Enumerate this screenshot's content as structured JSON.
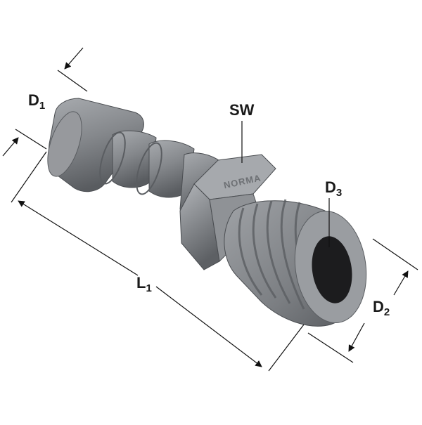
{
  "labels": {
    "d1": {
      "main": "D",
      "sub": "1"
    },
    "sw": {
      "main": "SW"
    },
    "d3": {
      "main": "D",
      "sub": "3"
    },
    "l1": {
      "main": "L",
      "sub": "1"
    },
    "d2": {
      "main": "D",
      "sub": "2"
    }
  },
  "brand_mark": "NORMA",
  "colors": {
    "body": "#8a8d91",
    "body_light": "#a9acb0",
    "body_dark": "#5b5e62",
    "bore": "#1c1c1e",
    "line": "#111111"
  }
}
